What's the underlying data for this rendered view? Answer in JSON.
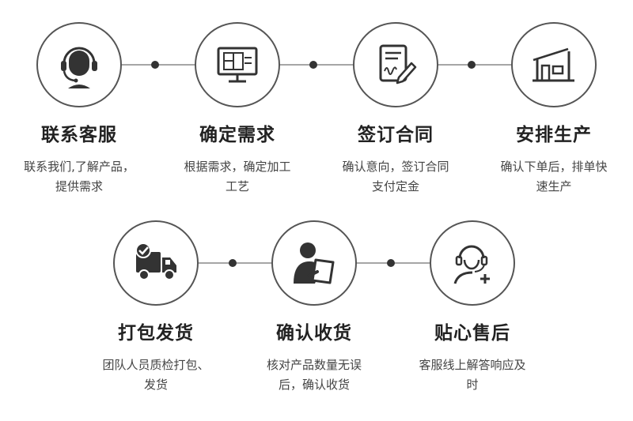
{
  "colors": {
    "line": "#888888",
    "dot": "#333333",
    "circle_border": "#555555",
    "icon": "#333333"
  },
  "steps": [
    {
      "icon": "headset-icon",
      "title": "联系客服",
      "desc": "联系我们,了解产品，提供需求"
    },
    {
      "icon": "monitor-blueprint-icon",
      "title": "确定需求",
      "desc": "根据需求，确定加工工艺"
    },
    {
      "icon": "contract-sign-icon",
      "title": "签订合同",
      "desc": "确认意向，签订合同支付定金"
    },
    {
      "icon": "factory-icon",
      "title": "安排生产",
      "desc": "确认下单后，排单快速生产"
    },
    {
      "icon": "delivery-truck-icon",
      "title": "打包发货",
      "desc": "团队人员质检打包、发货"
    },
    {
      "icon": "person-check-icon",
      "title": "确认收货",
      "desc": "核对产品数量无误后，确认收货"
    },
    {
      "icon": "support-agent-icon",
      "title": "贴心售后",
      "desc": "客服线上解答响应及时"
    }
  ]
}
